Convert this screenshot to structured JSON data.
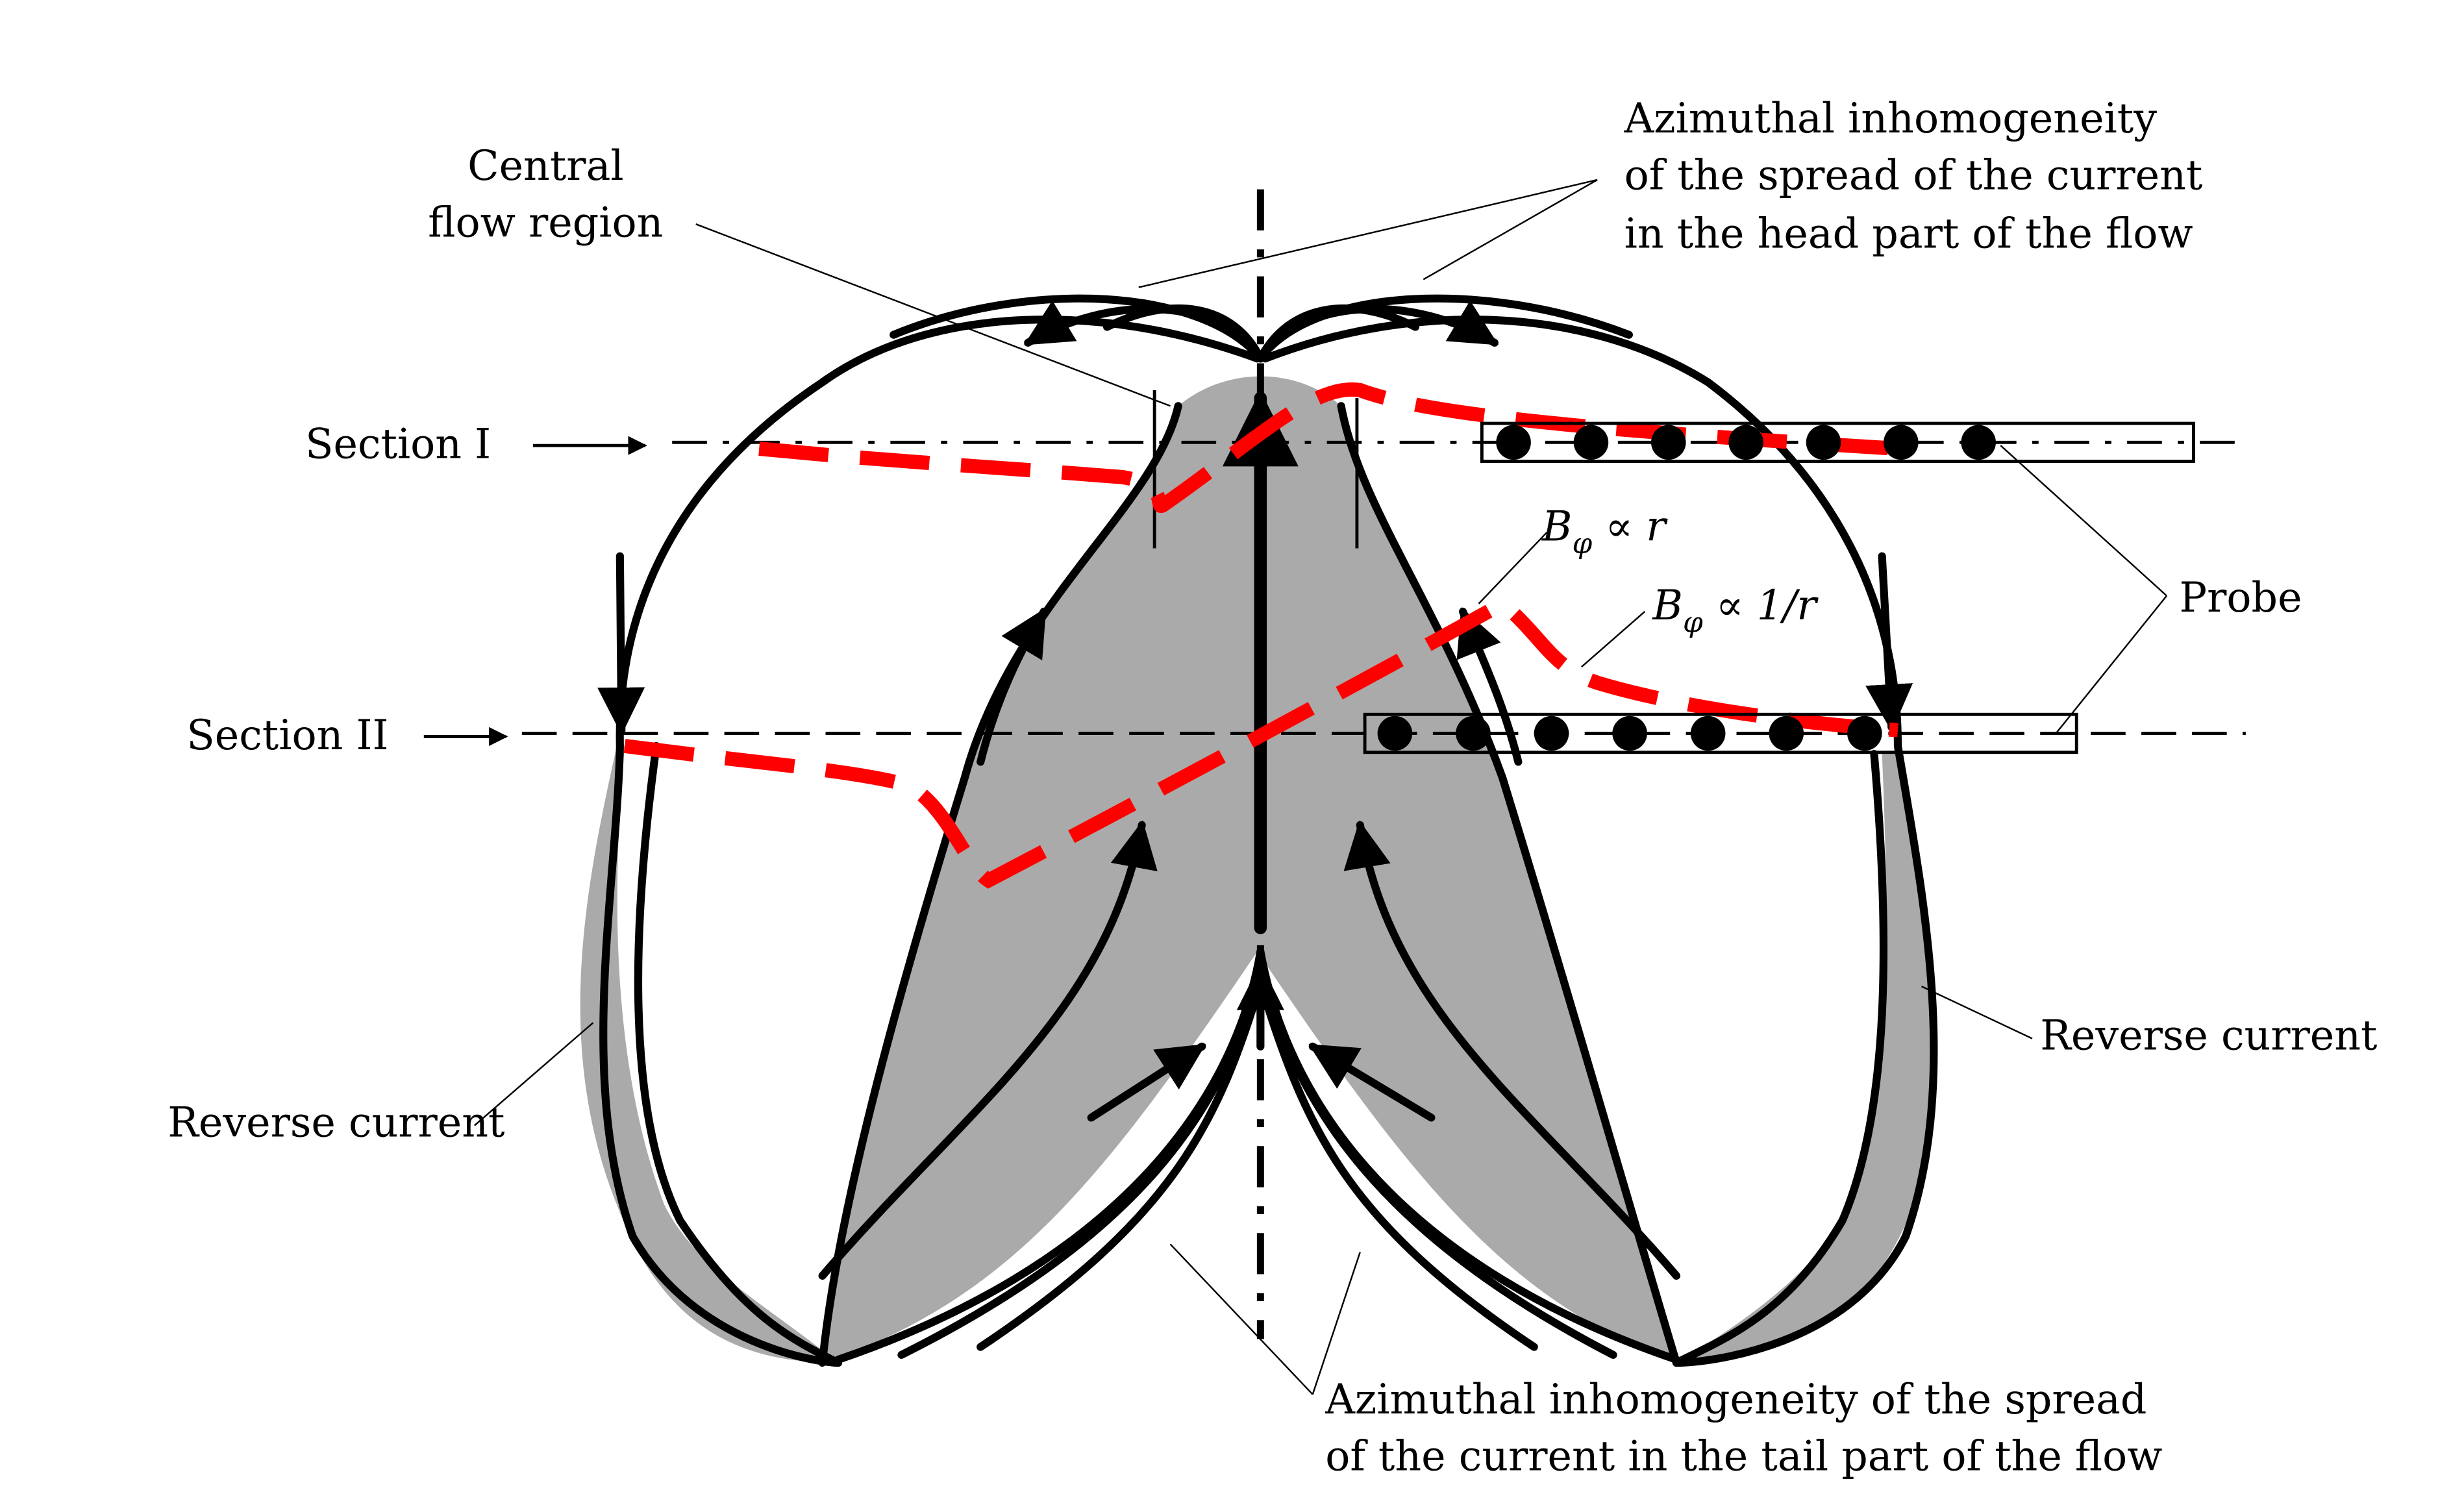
{
  "labels": {
    "central_flow_line1": "Central",
    "central_flow_line2": "flow region",
    "azimuthal_head_line1": "Azimuthal inhomogeneity",
    "azimuthal_head_line2": "of the spread of the current",
    "azimuthal_head_line3": "in the head part of the flow",
    "section_1": "Section I",
    "section_2": "Section II",
    "probe": "Probe",
    "b_phi_r": "B",
    "b_phi_r_sub": "φ",
    "b_phi_r_rel": " ∝ r",
    "b_phi_inv_r": "B",
    "b_phi_inv_r_sub": "φ",
    "b_phi_inv_r_rel": " ∝ 1/r",
    "reverse_current_left": "Reverse current",
    "reverse_current_right": "Reverse current",
    "azimuthal_tail_line1": "Azimuthal inhomogeneity of the spread",
    "azimuthal_tail_line2": "of the current in the tail part of the flow"
  },
  "colors": {
    "flow_fill": "#aaaaaa",
    "field_profile": "#ff0000",
    "line": "#000000"
  },
  "probes": [
    {
      "name": "probe-section-1",
      "dots": 7
    },
    {
      "name": "probe-section-2",
      "dots": 7
    }
  ]
}
